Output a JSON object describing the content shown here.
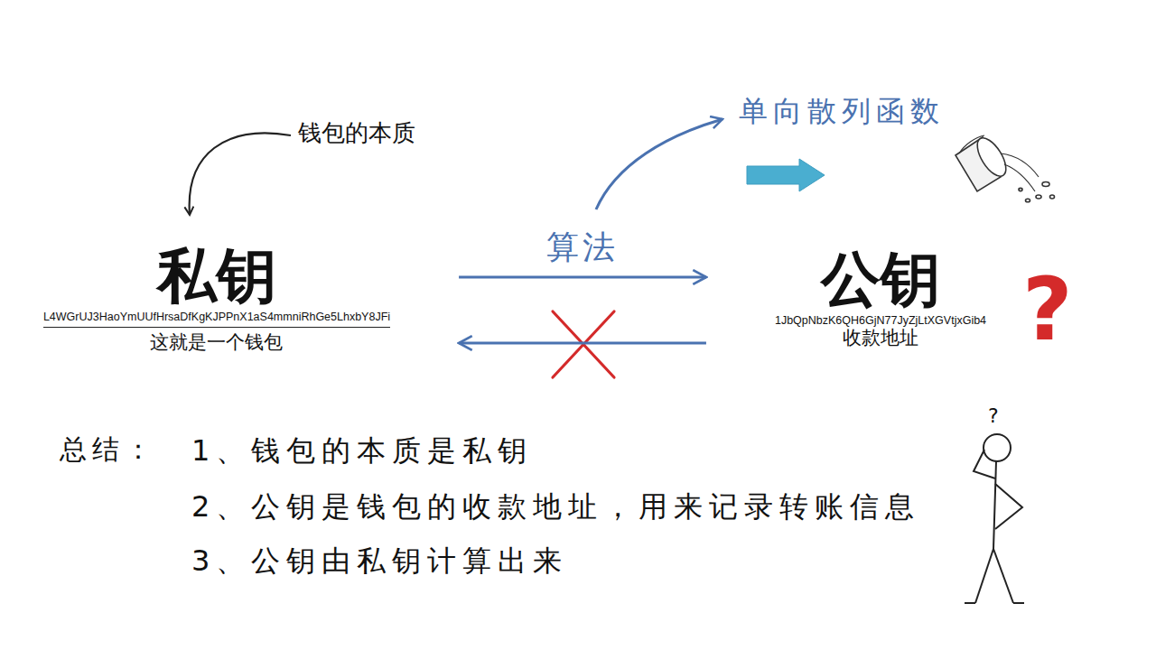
{
  "diagram": {
    "nodes": [
      {
        "text": [
          "私钥",
          "L4WGrUJ3HaoYmUUfHrsaDfKgKJPPnX1aS4mmniRhGe5LhxbY8JFi",
          "这就是一个钱包"
        ]
      },
      {
        "text": [
          "公钥",
          "1JbQpNbzK6QH6GjN77JyZjLtXGVtjxGib4",
          "收款地址"
        ]
      }
    ],
    "edges": [
      {
        "from": 0,
        "to": 1,
        "label": "算法",
        "arrow": "to"
      },
      {
        "from": 1,
        "to": 0,
        "arrow": "to"
      }
    ],
    "labels": [
      "钱包的本质",
      "单向散列函数",
      "?",
      "总结：",
      "1、钱包的本质是私钥",
      "2、公钥是钱包的收款地址，用来记录转账信息",
      "3、公钥由私钥计算出来",
      "?"
    ]
  }
}
